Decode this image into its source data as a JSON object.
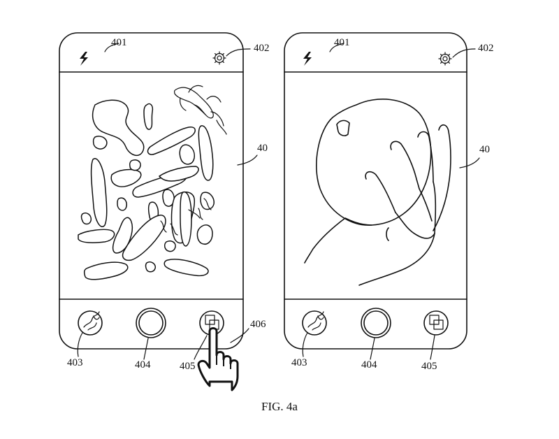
{
  "figure_caption": "FIG. 4a",
  "refs": {
    "flash": "401",
    "settings": "402",
    "screen": "40",
    "gallery_button": "403",
    "shutter_button": "404",
    "switch_button": "405",
    "touch": "406"
  },
  "phones": [
    {
      "id": "left",
      "content": "food-particles"
    },
    {
      "id": "right",
      "content": "hand-holding-ball"
    }
  ],
  "icons": [
    "flash-icon",
    "gear-icon",
    "gallery-icon",
    "shutter-icon",
    "camera-switch-icon",
    "pointing-hand-icon"
  ]
}
